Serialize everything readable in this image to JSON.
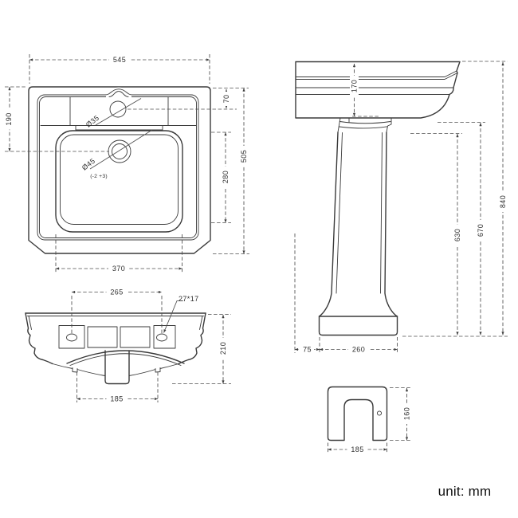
{
  "drawing": {
    "unit_note": "unit: mm",
    "top_view": {
      "overall_width": "545",
      "waste_from_rear": "190",
      "tap_from_rear": "70",
      "overall_depth": "505",
      "bowl_depth": "280",
      "bowl_width": "370",
      "tap_hole_diameter": "Ø35",
      "waste_diameter": "Ø45",
      "waste_tolerance": "(-2 +3)"
    },
    "side_view": {
      "basin_height": "170",
      "pedestal_height": "630",
      "underside_height": "670",
      "overall_height": "840",
      "basin_overhang": "75",
      "base_depth": "260"
    },
    "front_view": {
      "fixing_hole_centres": "265",
      "fixing_hole_size": "27*17",
      "body_height": "210",
      "outlet_width": "185"
    },
    "base_view": {
      "base_width": "185",
      "base_height": "160"
    }
  }
}
